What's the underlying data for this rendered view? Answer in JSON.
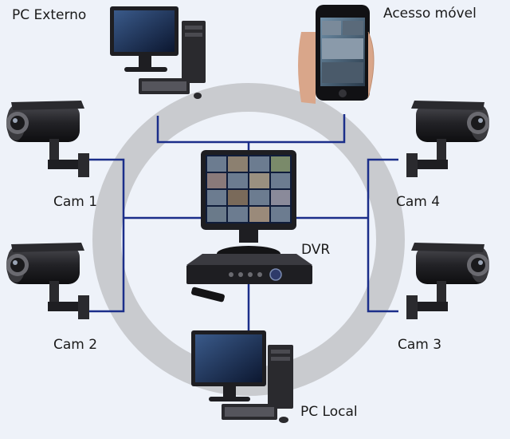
{
  "labels": {
    "pc_externo": "PC Externo",
    "acesso_movel": "Acesso móvel",
    "cam1": "Cam 1",
    "cam2": "Cam 2",
    "cam3": "Cam 3",
    "cam4": "Cam 4",
    "dvr": "DVR",
    "pc_local": "PC Local"
  },
  "colors": {
    "background": "#eef2f9",
    "ring": "#c9cbcf",
    "connection_line": "#1b2e8a",
    "device_body": "#1e1e22",
    "screen": "#0f1c3a"
  },
  "icons": {
    "pc_externo": "desktop-computer-icon",
    "acesso_movel": "smartphone-icon",
    "cameras": "security-camera-icon",
    "dvr": "dvr-recorder-icon",
    "pc_local": "desktop-computer-icon"
  }
}
